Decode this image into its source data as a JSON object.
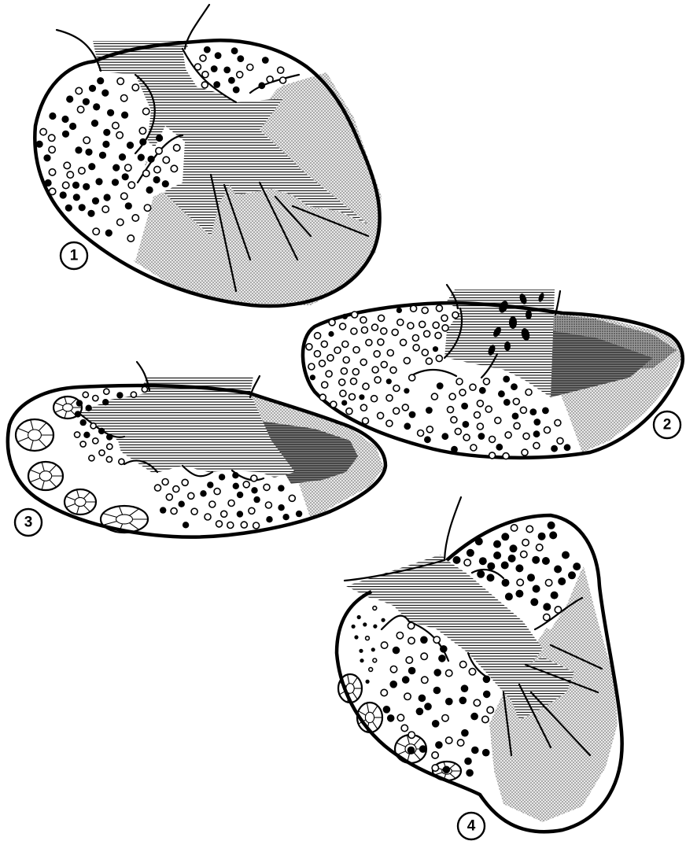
{
  "figure": {
    "panels": [
      {
        "id": "panel-1",
        "label": "1"
      },
      {
        "id": "panel-2",
        "label": "2"
      },
      {
        "id": "panel-3",
        "label": "3"
      },
      {
        "id": "panel-4",
        "label": "4"
      }
    ],
    "colors": {
      "ink": "#000000",
      "paper": "#ffffff",
      "stipple": "#b8b8b8",
      "dark_stipple": "#8e8e8e"
    }
  }
}
